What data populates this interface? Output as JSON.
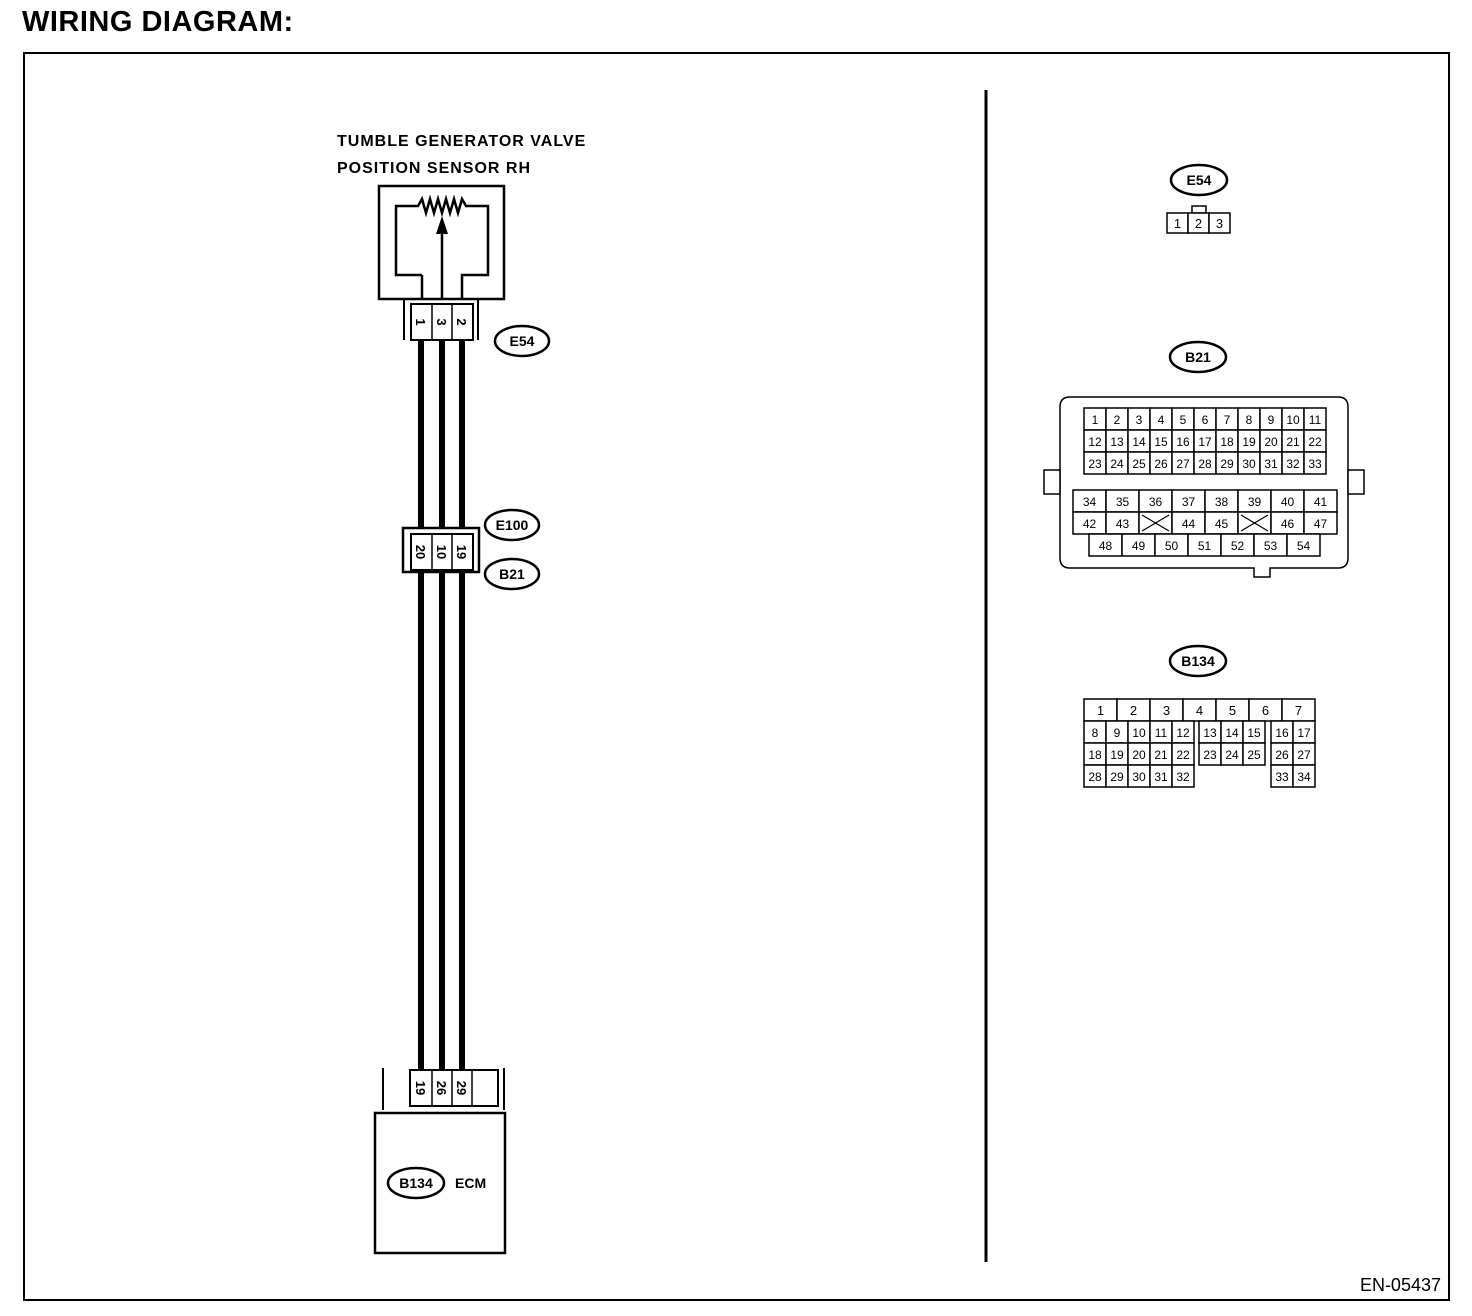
{
  "title": "WIRING DIAGRAM:",
  "figure_id": "EN-05437",
  "sensor": {
    "label_line1": "TUMBLE GENERATOR VALVE",
    "label_line2": "POSITION SENSOR RH",
    "connector": "E54",
    "pins": [
      "1",
      "3",
      "2"
    ]
  },
  "junction": {
    "connector_top": "E100",
    "connector_bottom": "B21",
    "pins": [
      "20",
      "10",
      "19"
    ]
  },
  "ecm": {
    "connector": "B134",
    "label": "ECM",
    "pins": [
      "19",
      "26",
      "29"
    ]
  },
  "views": {
    "e54": {
      "name": "E54",
      "pins": [
        "1",
        "2",
        "3"
      ]
    },
    "b21": {
      "name": "B21",
      "rows": [
        [
          "1",
          "2",
          "3",
          "4",
          "5",
          "6",
          "7",
          "8",
          "9",
          "10",
          "11"
        ],
        [
          "12",
          "13",
          "14",
          "15",
          "16",
          "17",
          "18",
          "19",
          "20",
          "21",
          "22"
        ],
        [
          "23",
          "24",
          "25",
          "26",
          "27",
          "28",
          "29",
          "30",
          "31",
          "32",
          "33"
        ],
        [
          "34",
          "35",
          "36",
          "37",
          "38",
          "39",
          "40",
          "41"
        ],
        [
          "42",
          "43",
          "x",
          "44",
          "45",
          "x",
          "46",
          "47"
        ],
        [
          "48",
          "49",
          "50",
          "51",
          "52",
          "53",
          "54"
        ]
      ]
    },
    "b134": {
      "name": "B134",
      "rows": [
        [
          "1",
          "2",
          "3",
          "4",
          "5",
          "6",
          "7"
        ],
        [
          "8",
          "9",
          "10",
          "11",
          "12",
          "13",
          "14",
          "15",
          "16",
          "17"
        ],
        [
          "18",
          "19",
          "20",
          "21",
          "22",
          "23",
          "24",
          "25",
          "26",
          "27"
        ],
        [
          "28",
          "29",
          "30",
          "31",
          "32",
          "33",
          "34"
        ]
      ]
    }
  }
}
